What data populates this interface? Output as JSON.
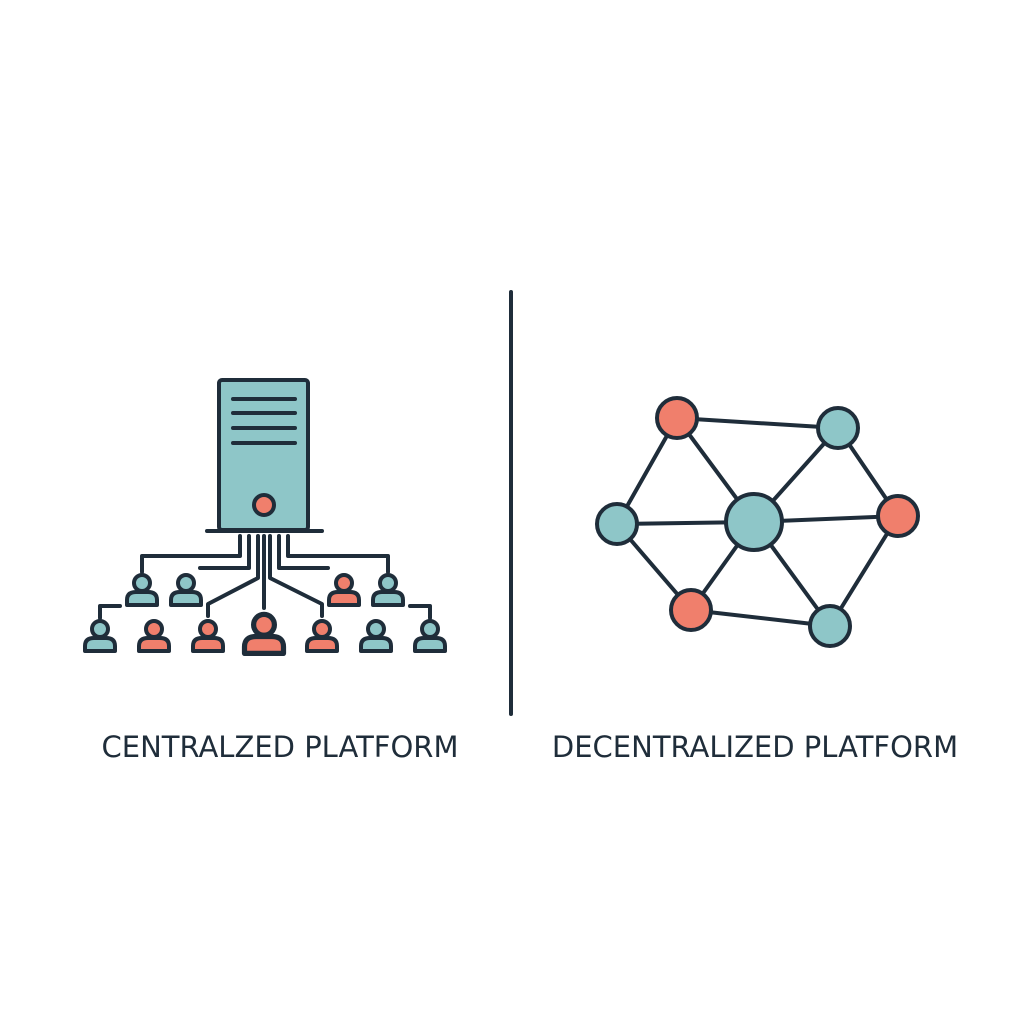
{
  "labels": {
    "left": "CENTRALZED PLATFORM",
    "right": "DECENTRALIZED PLATFORM"
  },
  "colors": {
    "stroke": "#1f2d3a",
    "teal": "#8ec6c8",
    "coral": "#f07f6c",
    "background": "#ffffff"
  },
  "icons": {
    "server": "server-icon",
    "user": "user-icon",
    "network_node": "network-node-icon"
  },
  "centralized": {
    "users": [
      {
        "color": "teal"
      },
      {
        "color": "teal"
      },
      {
        "color": "coral"
      },
      {
        "color": "teal"
      },
      {
        "color": "teal"
      },
      {
        "color": "coral"
      },
      {
        "color": "coral"
      },
      {
        "color": "coral"
      },
      {
        "color": "coral"
      },
      {
        "color": "teal"
      },
      {
        "color": "teal"
      }
    ]
  },
  "decentralized": {
    "nodes": [
      {
        "id": "n1",
        "color": "coral"
      },
      {
        "id": "n2",
        "color": "teal"
      },
      {
        "id": "n3",
        "color": "teal"
      },
      {
        "id": "n4",
        "color": "teal"
      },
      {
        "id": "n5",
        "color": "coral"
      },
      {
        "id": "n6",
        "color": "coral"
      },
      {
        "id": "n7",
        "color": "teal"
      }
    ],
    "edges": [
      [
        "n1",
        "n2"
      ],
      [
        "n1",
        "n3"
      ],
      [
        "n1",
        "n4"
      ],
      [
        "n2",
        "n4"
      ],
      [
        "n2",
        "n5"
      ],
      [
        "n3",
        "n4"
      ],
      [
        "n3",
        "n6"
      ],
      [
        "n4",
        "n5"
      ],
      [
        "n4",
        "n6"
      ],
      [
        "n4",
        "n7"
      ],
      [
        "n5",
        "n7"
      ],
      [
        "n6",
        "n7"
      ]
    ]
  }
}
